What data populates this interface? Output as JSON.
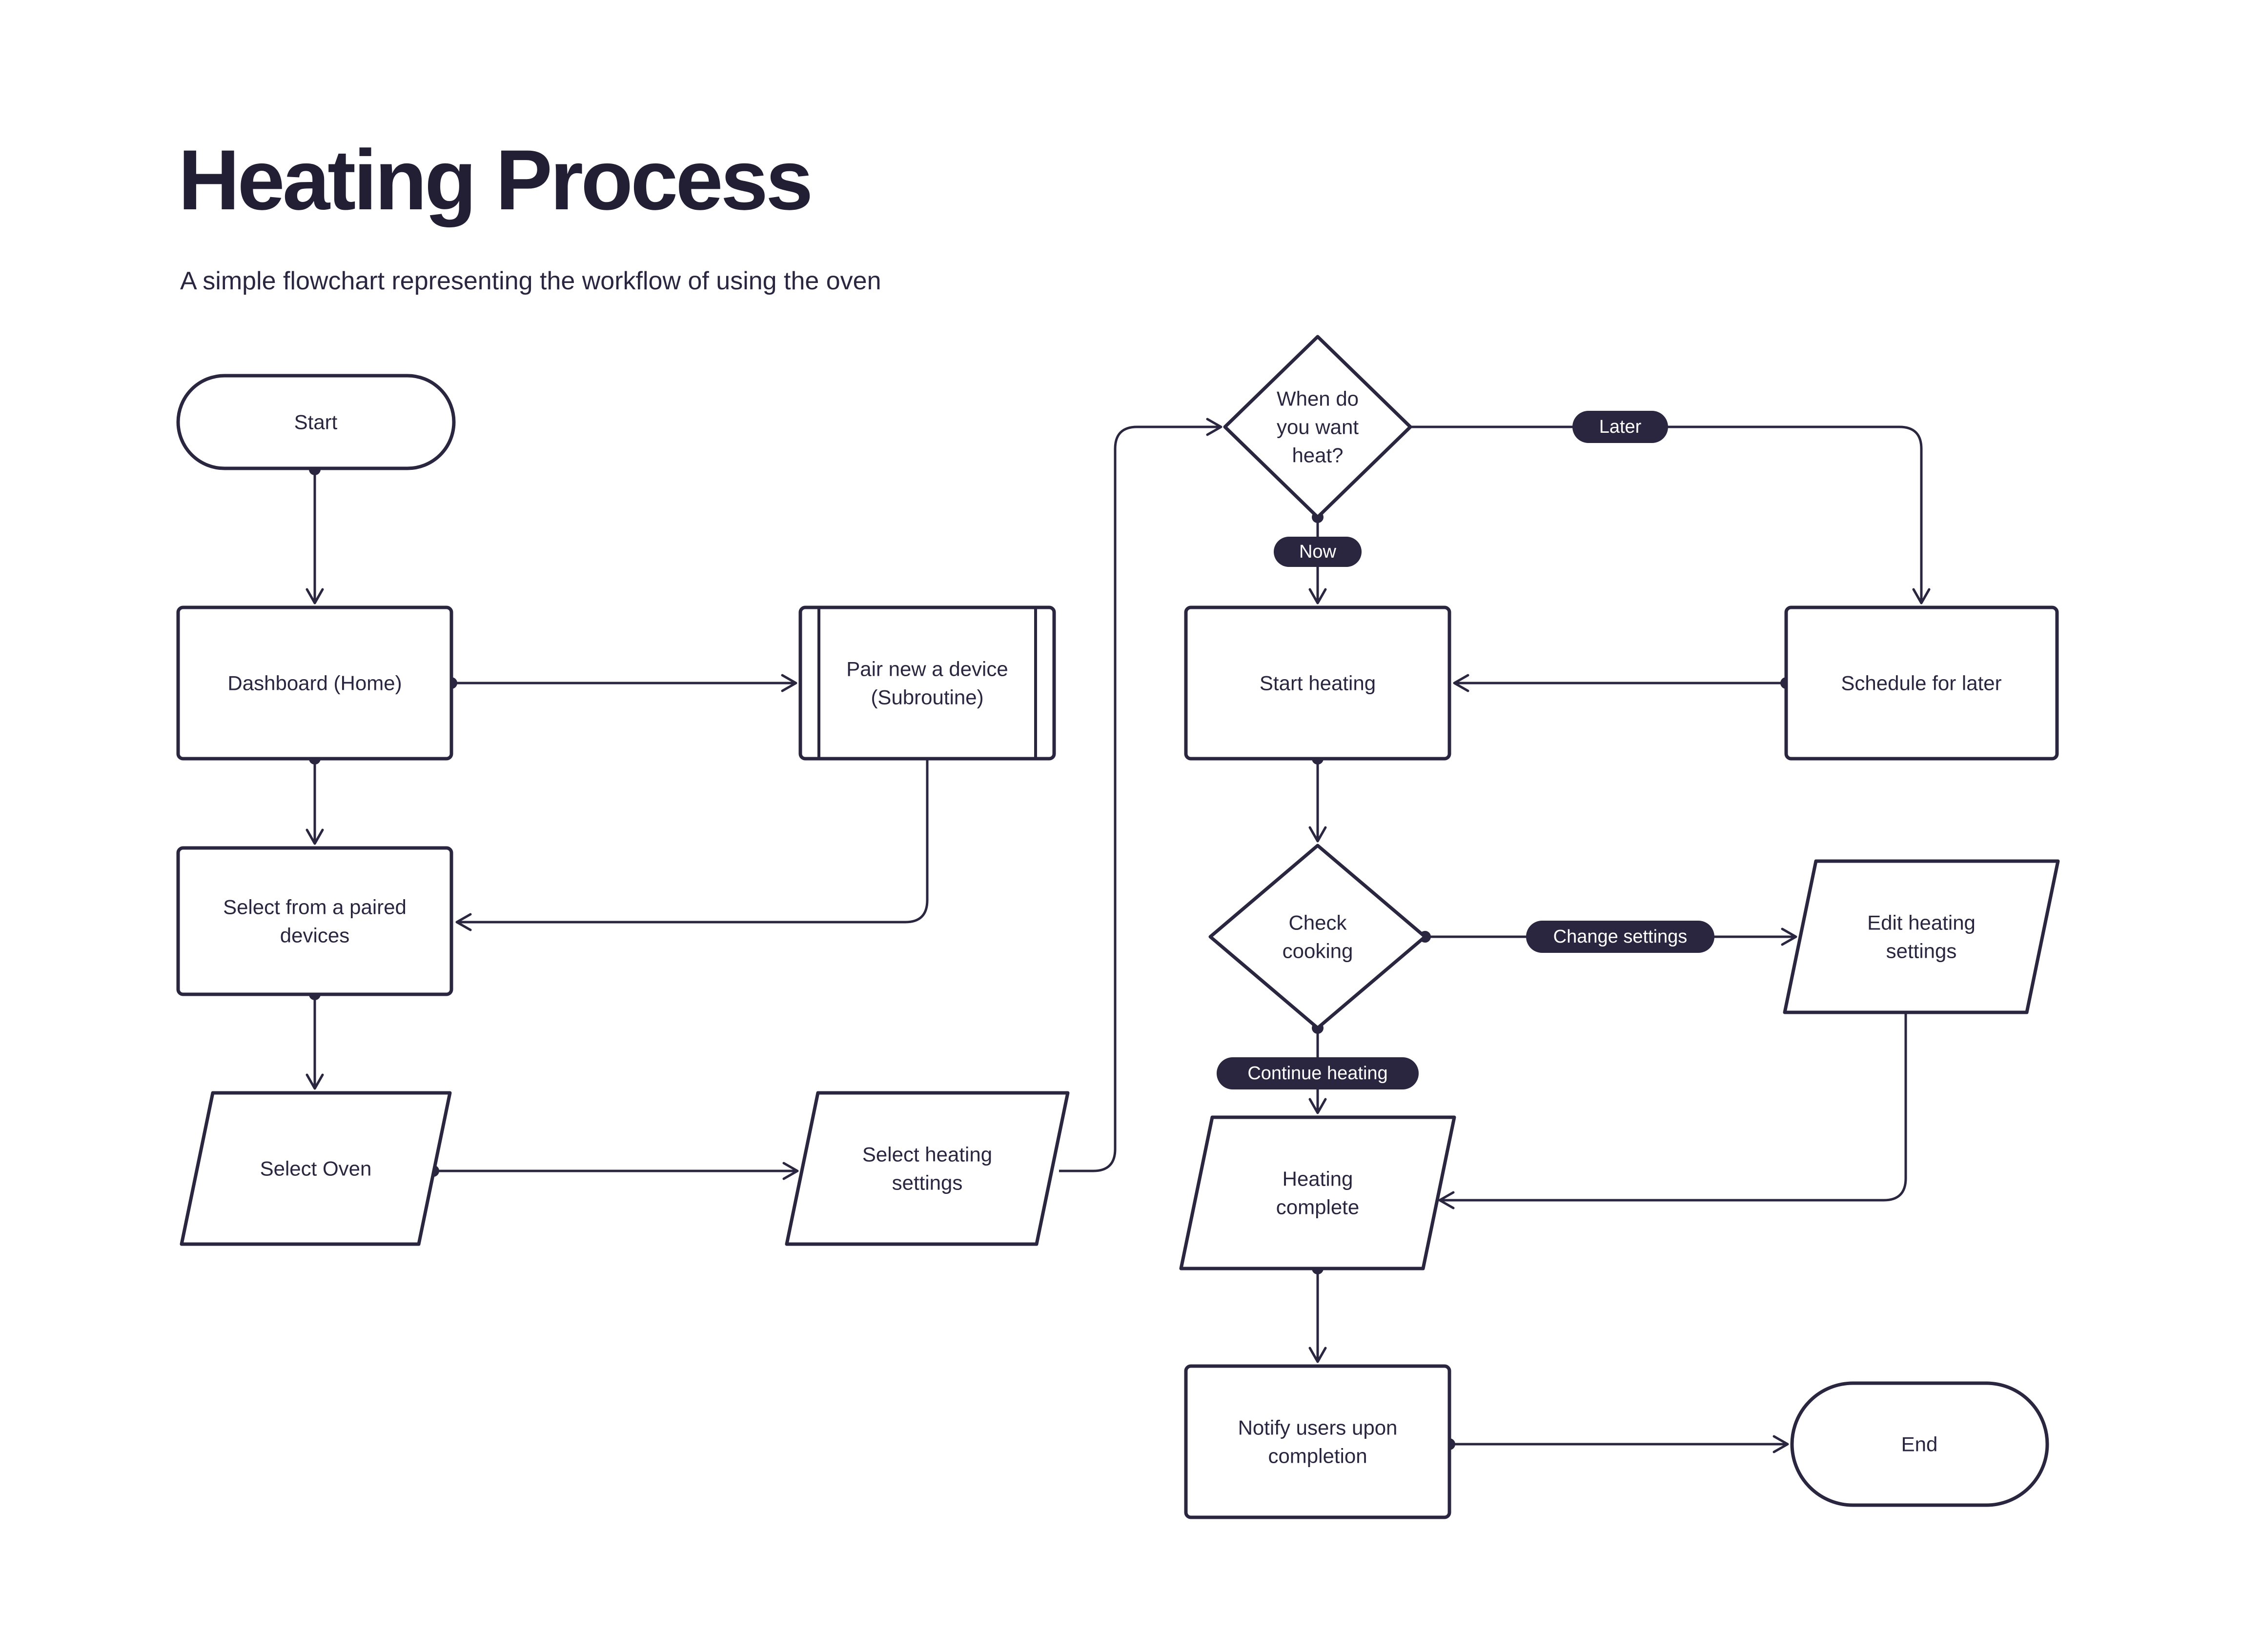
{
  "page": {
    "title": "Heating Process",
    "subtitle": "A simple flowchart representing the workflow of using the oven"
  },
  "colors": {
    "ink": "#2a2640",
    "title_text": "#221f35",
    "background": "#ffffff",
    "edge_label_bg": "#2a2640",
    "edge_label_text": "#ffffff"
  },
  "nodes": {
    "start": {
      "type": "stadium",
      "lines": [
        "Start"
      ]
    },
    "dashboard": {
      "type": "rect",
      "lines": [
        "Dashboard (Home)"
      ]
    },
    "pair_device": {
      "type": "subroutine",
      "lines": [
        "Pair new a device",
        "(Subroutine)"
      ]
    },
    "select_paired": {
      "type": "rect",
      "lines": [
        "Select from a paired",
        "devices"
      ]
    },
    "select_oven": {
      "type": "parallelogram",
      "lines": [
        "Select Oven"
      ]
    },
    "select_heating": {
      "type": "parallelogram",
      "lines": [
        "Select heating",
        "settings"
      ]
    },
    "when_heat": {
      "type": "diamond",
      "lines": [
        "When do",
        "you want",
        "heat?"
      ]
    },
    "start_heating": {
      "type": "rect",
      "lines": [
        "Start heating"
      ]
    },
    "schedule": {
      "type": "rect",
      "lines": [
        "Schedule for later"
      ]
    },
    "check_cooking": {
      "type": "diamond",
      "lines": [
        "Check",
        "cooking"
      ]
    },
    "edit_settings": {
      "type": "parallelogram",
      "lines": [
        "Edit heating",
        "settings"
      ]
    },
    "heating_complete": {
      "type": "parallelogram",
      "lines": [
        "Heating",
        "complete"
      ]
    },
    "notify": {
      "type": "rect",
      "lines": [
        "Notify users upon",
        "completion"
      ]
    },
    "end": {
      "type": "stadium",
      "lines": [
        "End"
      ]
    }
  },
  "edge_labels": {
    "later": "Later",
    "now": "Now",
    "change_settings": "Change settings",
    "continue_heating": "Continue heating"
  }
}
